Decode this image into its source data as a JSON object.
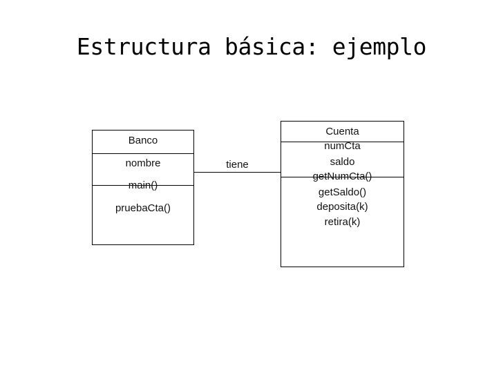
{
  "slide": {
    "title": "Estructura básica: ejemplo",
    "background_color": "#ffffff",
    "ink_color": "#000000",
    "text_color": "#111111"
  },
  "diagram": {
    "type": "uml-class-diagram",
    "classes": [
      {
        "name": "Banco",
        "attributes": [
          "nombre"
        ],
        "operations": [
          "main()",
          "pruebaCta()"
        ]
      },
      {
        "name": "Cuenta",
        "attributes": [
          "numCta",
          "saldo"
        ],
        "operations": [
          "getNumCta()",
          "getSaldo()",
          "deposita(k)",
          "retira(k)"
        ]
      }
    ],
    "associations": [
      {
        "label": "tiene",
        "from": "Banco",
        "to": "Cuenta"
      }
    ]
  }
}
